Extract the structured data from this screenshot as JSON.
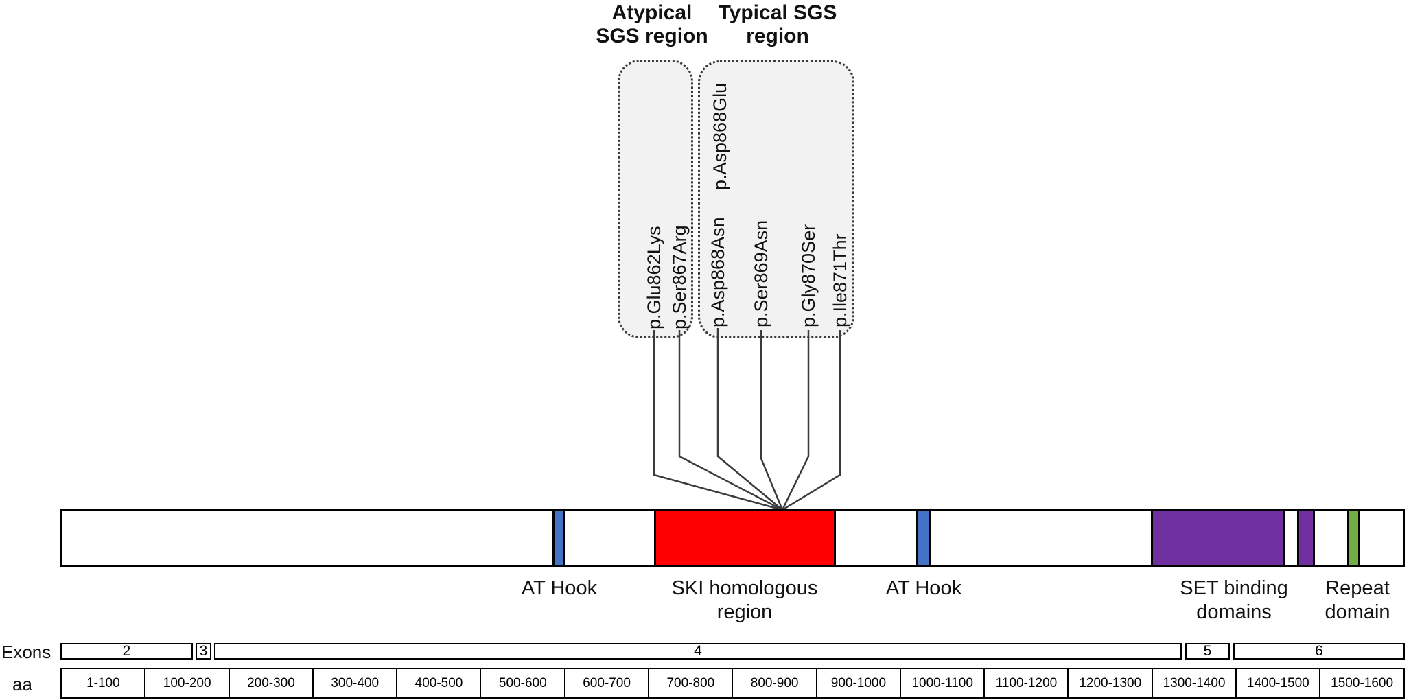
{
  "figure": {
    "type": "protein-domain-diagram",
    "regions": {
      "atypical": {
        "title_line1": "Atypical",
        "title_line2": "SGS region",
        "mutations": [
          "p.Glu862Lys",
          "p.Ser867Arg"
        ]
      },
      "typical": {
        "title_line1": "Typical SGS",
        "title_line2": "region",
        "mutations": [
          "p.Asp868Asn",
          "p.Asp868Glu",
          "p.Ser869Asn",
          "p.Gly870Ser",
          "p.Ile871Thr"
        ]
      }
    },
    "mutation_labels": {
      "m0": "p.Glu862Lys",
      "m1": "p.Ser867Arg",
      "m2": "p.Asp868Asn",
      "m3": "p.Asp868Glu",
      "m4": "p.Ser869Asn",
      "m5": "p.Gly870Ser",
      "m6": "p.Ile871Thr"
    },
    "protein": {
      "domains": [
        {
          "name": "AT Hook",
          "color": "#4472C4"
        },
        {
          "name": "SKI homologous region",
          "color": "#FF0000"
        },
        {
          "name": "AT Hook",
          "color": "#4472C4"
        },
        {
          "name": "SET binding domains",
          "color": "#7030A0"
        },
        {
          "name": "SET binding domains (second block)",
          "color": "#7030A0"
        },
        {
          "name": "Repeat domain",
          "color": "#70AD47"
        }
      ],
      "labels": {
        "at_hook_1": "AT Hook",
        "ski": "SKI homologous\nregion",
        "at_hook_2": "AT Hook",
        "set_binding": "SET binding\ndomains",
        "repeat": "Repeat\ndomain"
      }
    },
    "exons": {
      "row_label": "Exons",
      "cells": [
        {
          "label": "2"
        },
        {
          "label": "3"
        },
        {
          "label": "4"
        },
        {
          "label": "5"
        },
        {
          "label": "6"
        }
      ]
    },
    "aa": {
      "row_label": "aa",
      "cells": [
        {
          "label": "1-100"
        },
        {
          "label": "100-200"
        },
        {
          "label": "200-300"
        },
        {
          "label": "300-400"
        },
        {
          "label": "400-500"
        },
        {
          "label": "500-600"
        },
        {
          "label": "600-700"
        },
        {
          "label": "700-800"
        },
        {
          "label": "800-900"
        },
        {
          "label": "900-1000"
        },
        {
          "label": "1000-1100"
        },
        {
          "label": "1100-1200"
        },
        {
          "label": "1200-1300"
        },
        {
          "label": "1300-1400"
        },
        {
          "label": "1400-1500"
        },
        {
          "label": "1500-1600"
        }
      ]
    },
    "colors": {
      "at_hook_blue": "#4472C4",
      "ski_red": "#FF0000",
      "set_purple": "#7030A0",
      "repeat_green": "#70AD47",
      "box_fill_gray": "#F2F2F2",
      "line_stroke": "#3b3b3b"
    }
  }
}
